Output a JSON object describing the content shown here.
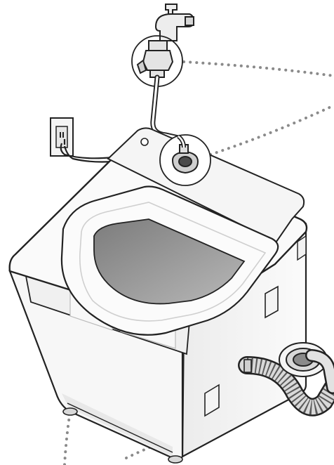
{
  "figure": {
    "type": "washing-machine-installation-illustration",
    "parts": [
      {
        "id": "water-tap",
        "icon": "water-tap-icon"
      },
      {
        "id": "tap-connector",
        "icon": "tap-connector-icon"
      },
      {
        "id": "water-supply-hose",
        "icon": "hose-icon"
      },
      {
        "id": "water-inlet",
        "icon": "inlet-icon"
      },
      {
        "id": "power-outlet",
        "icon": "power-outlet-icon"
      },
      {
        "id": "power-cord",
        "icon": "power-cord-icon"
      },
      {
        "id": "washer-lid",
        "icon": "lid-icon"
      },
      {
        "id": "control-panel",
        "icon": "panel-icon"
      },
      {
        "id": "drain-hose",
        "icon": "drain-hose-icon"
      },
      {
        "id": "floor-drain",
        "icon": "floor-drain-icon"
      }
    ],
    "callouts": [
      "tap-connector",
      "water-inlet",
      "front-feet"
    ],
    "colors": {
      "outline": "#222222",
      "body": "#f7f7f7",
      "shade": "#e2e2e2",
      "window": "#9a9a9a",
      "dots": "#8a8a8a"
    }
  }
}
